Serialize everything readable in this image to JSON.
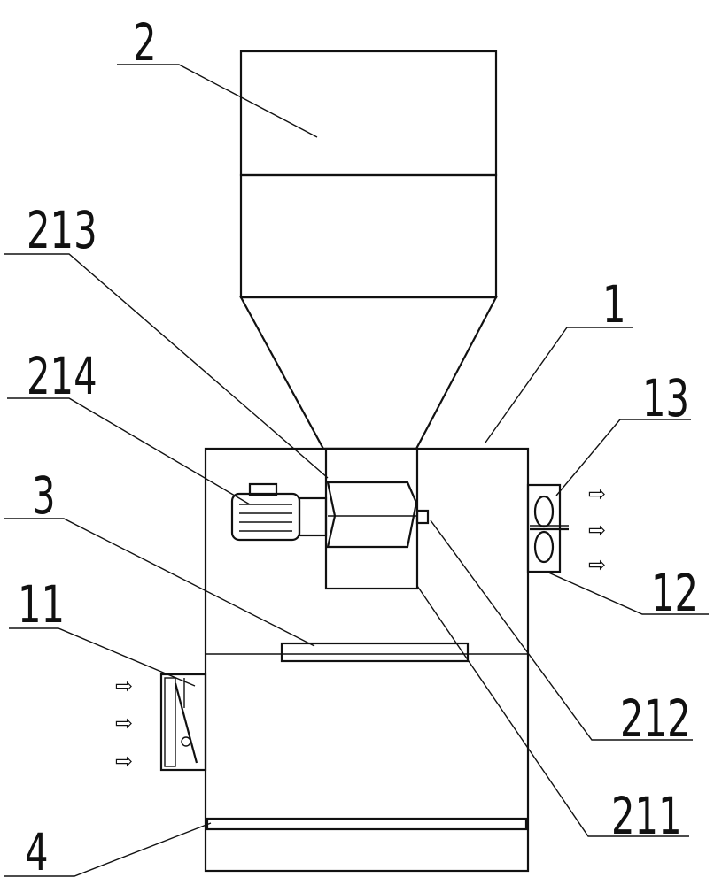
{
  "labels": {
    "hopper": "2",
    "body": "1",
    "part_213": "213",
    "part_214": "214",
    "part_3": "3",
    "part_11": "11",
    "part_4": "4",
    "part_13": "13",
    "part_12": "12",
    "part_212": "212",
    "part_211": "211"
  },
  "arrows": {
    "inlet": "⇨",
    "outlet": "⇨"
  }
}
